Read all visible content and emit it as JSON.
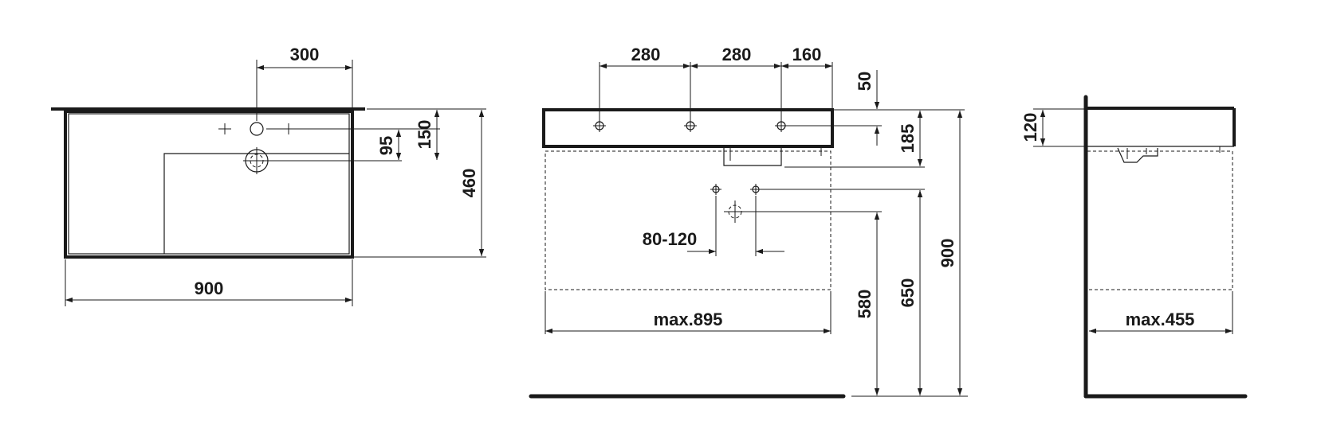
{
  "diagram": {
    "top_view": {
      "dim_hole_offset": "300",
      "dim_depth_150": "150",
      "dim_depth_95": "95",
      "dim_total_depth": "460",
      "dim_total_width": "900"
    },
    "front_view": {
      "dim_tap_spacing_1": "280",
      "dim_tap_spacing_2": "280",
      "dim_tap_spacing_3": "160",
      "dim_top_50": "50",
      "dim_basin_185": "185",
      "dim_waste_range": "80-120",
      "dim_max_width": "max.895",
      "dim_height_580": "580",
      "dim_height_650": "650",
      "dim_height_900": "900"
    },
    "side_view": {
      "dim_height_120": "120",
      "dim_max_depth": "max.455"
    }
  }
}
